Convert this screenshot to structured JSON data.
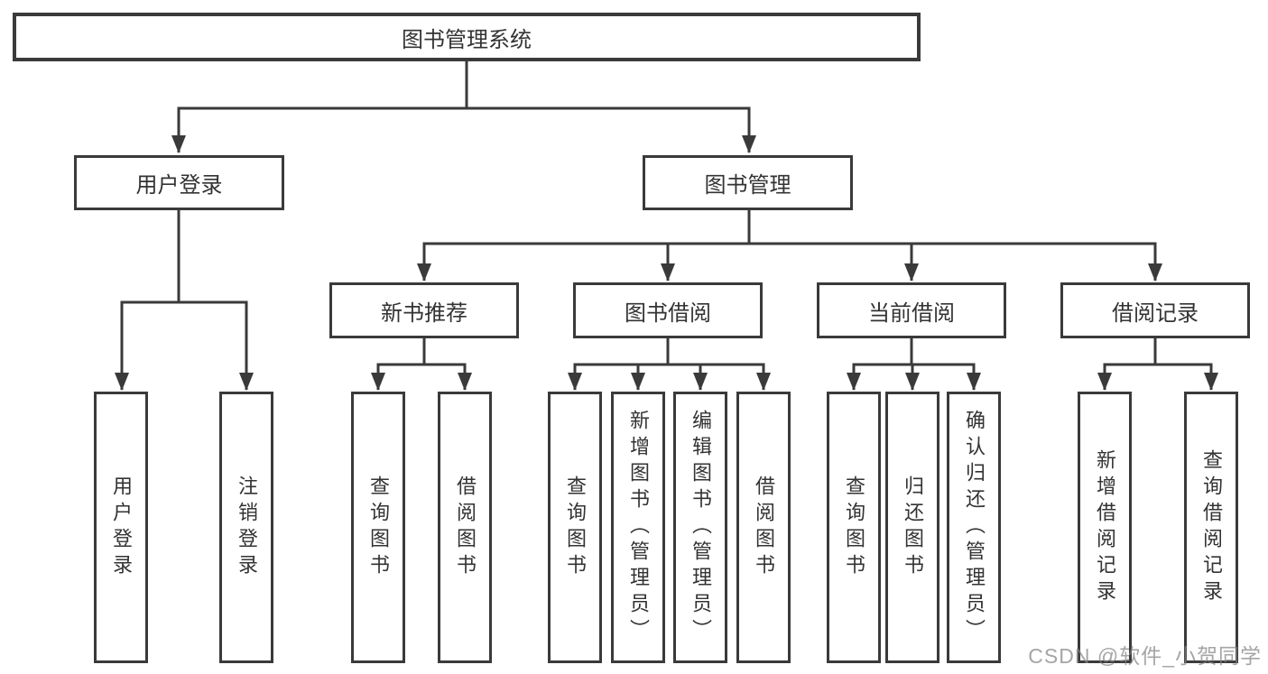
{
  "diagram": {
    "root": {
      "label": "图书管理系统"
    },
    "branches": [
      {
        "label": "用户登录",
        "children": [
          {
            "label": "用户登录"
          },
          {
            "label": "注销登录"
          }
        ]
      },
      {
        "label": "图书管理",
        "children": [
          {
            "label": "新书推荐",
            "children": [
              {
                "label": "查询图书"
              },
              {
                "label": "借阅图书"
              }
            ]
          },
          {
            "label": "图书借阅",
            "children": [
              {
                "label": "查询图书"
              },
              {
                "label": "新增图书（管理员）"
              },
              {
                "label": "编辑图书（管理员）"
              },
              {
                "label": "借阅图书"
              }
            ]
          },
          {
            "label": "当前借阅",
            "children": [
              {
                "label": "查询图书"
              },
              {
                "label": "归还图书"
              },
              {
                "label": "确认归还（管理员）"
              }
            ]
          },
          {
            "label": "借阅记录",
            "children": [
              {
                "label": "新增借阅记录"
              },
              {
                "label": "查询借阅记录"
              }
            ]
          }
        ]
      }
    ]
  },
  "watermark": {
    "text": "CSDN @软件_小贺同学"
  },
  "colors": {
    "line": "#3a3a3a",
    "box_border": "#3a3a3a",
    "box_fill": "#ffffff",
    "text": "#333333",
    "watermark": "#828282",
    "background": "#ffffff"
  }
}
